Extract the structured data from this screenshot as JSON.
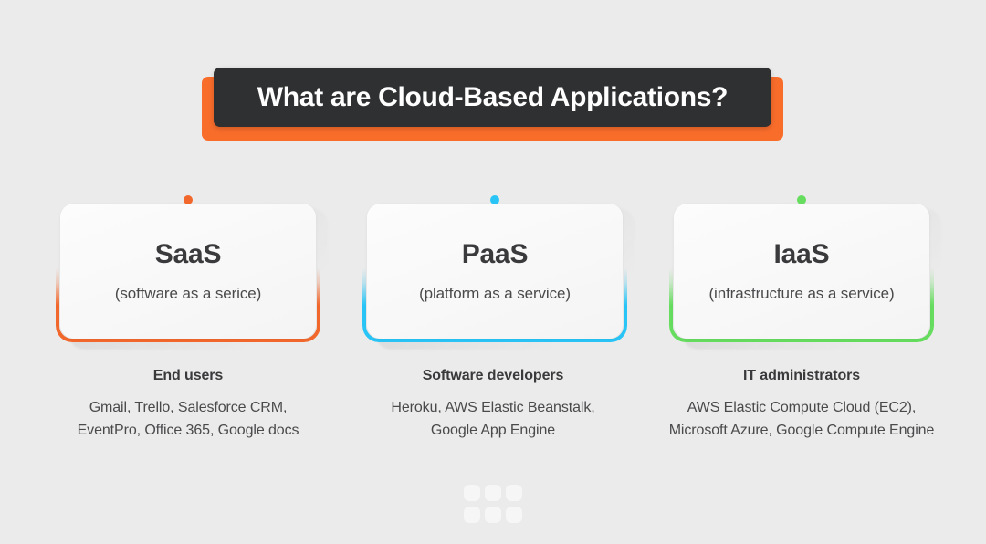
{
  "banner": {
    "title": "What are Cloud-Based Applications?",
    "box_color": "#2f3032",
    "accent_color": "#f96d2b"
  },
  "cards": [
    {
      "name": "SaaS",
      "subtitle": "(software as a serice)",
      "color": "#f2682c",
      "dot_name": "card-dot-saas"
    },
    {
      "name": "PaaS",
      "subtitle": "(platform as a service)",
      "color": "#29c5f6",
      "dot_name": "card-dot-paas"
    },
    {
      "name": "IaaS",
      "subtitle": "(infrastructure as a service)",
      "color": "#66dd5f",
      "dot_name": "card-dot-iaas"
    }
  ],
  "captions": [
    {
      "heading": "End users",
      "line1": "Gmail, Trello, Salesforce CRM,",
      "line2": "EventPro, Office 365, Google docs"
    },
    {
      "heading": "Software developers",
      "line1": "Heroku, AWS Elastic Beanstalk,",
      "line2": "Google App Engine"
    },
    {
      "heading": "IT administrators",
      "line1": "AWS Elastic Compute Cloud (EC2),",
      "line2": "Microsoft Azure, Google Compute Engine"
    }
  ],
  "decoration": {
    "dot_grid_color": "#f6f6f6",
    "dot_count": 6
  },
  "background_color": "#ebebeb"
}
